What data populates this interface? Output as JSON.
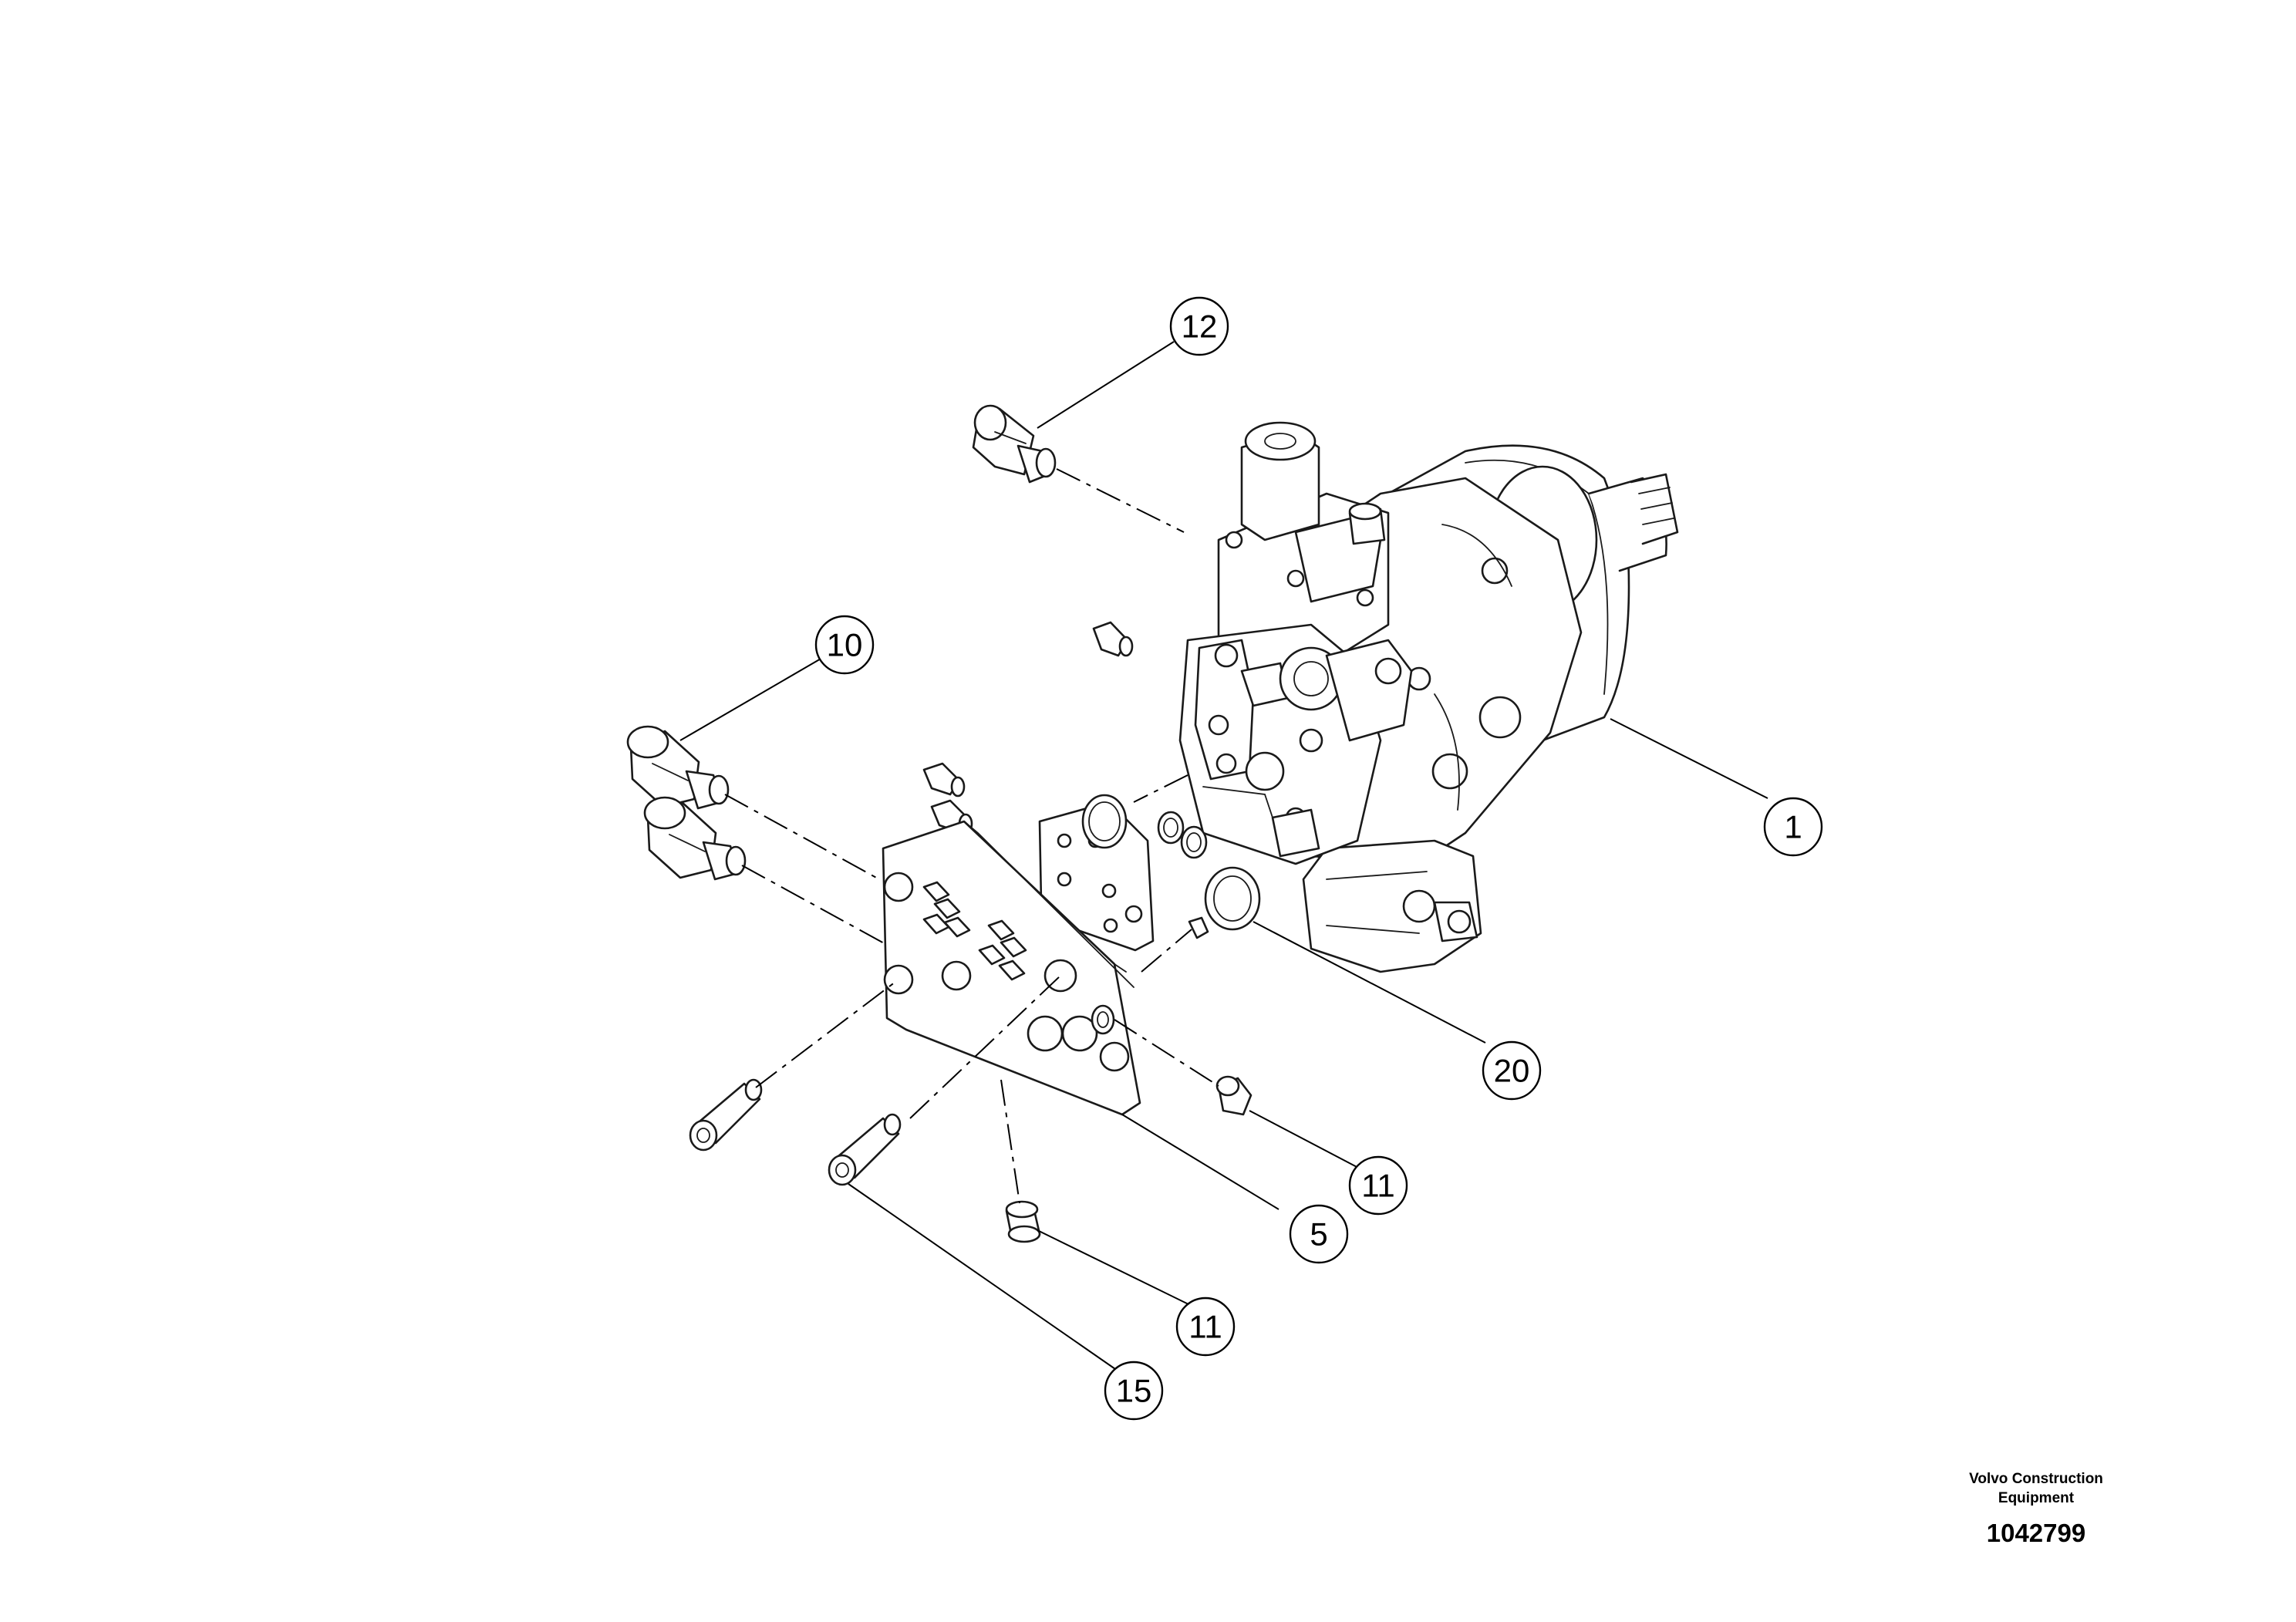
{
  "callouts": [
    {
      "id": "1",
      "label": "1"
    },
    {
      "id": "5",
      "label": "5"
    },
    {
      "id": "10",
      "label": "10"
    },
    {
      "id": "11a",
      "label": "11"
    },
    {
      "id": "11b",
      "label": "11"
    },
    {
      "id": "12",
      "label": "12"
    },
    {
      "id": "15",
      "label": "15"
    },
    {
      "id": "20",
      "label": "20"
    }
  ],
  "footer": {
    "brand_line1": "Volvo Construction",
    "brand_line2": "Equipment",
    "doc_number": "1042799"
  }
}
